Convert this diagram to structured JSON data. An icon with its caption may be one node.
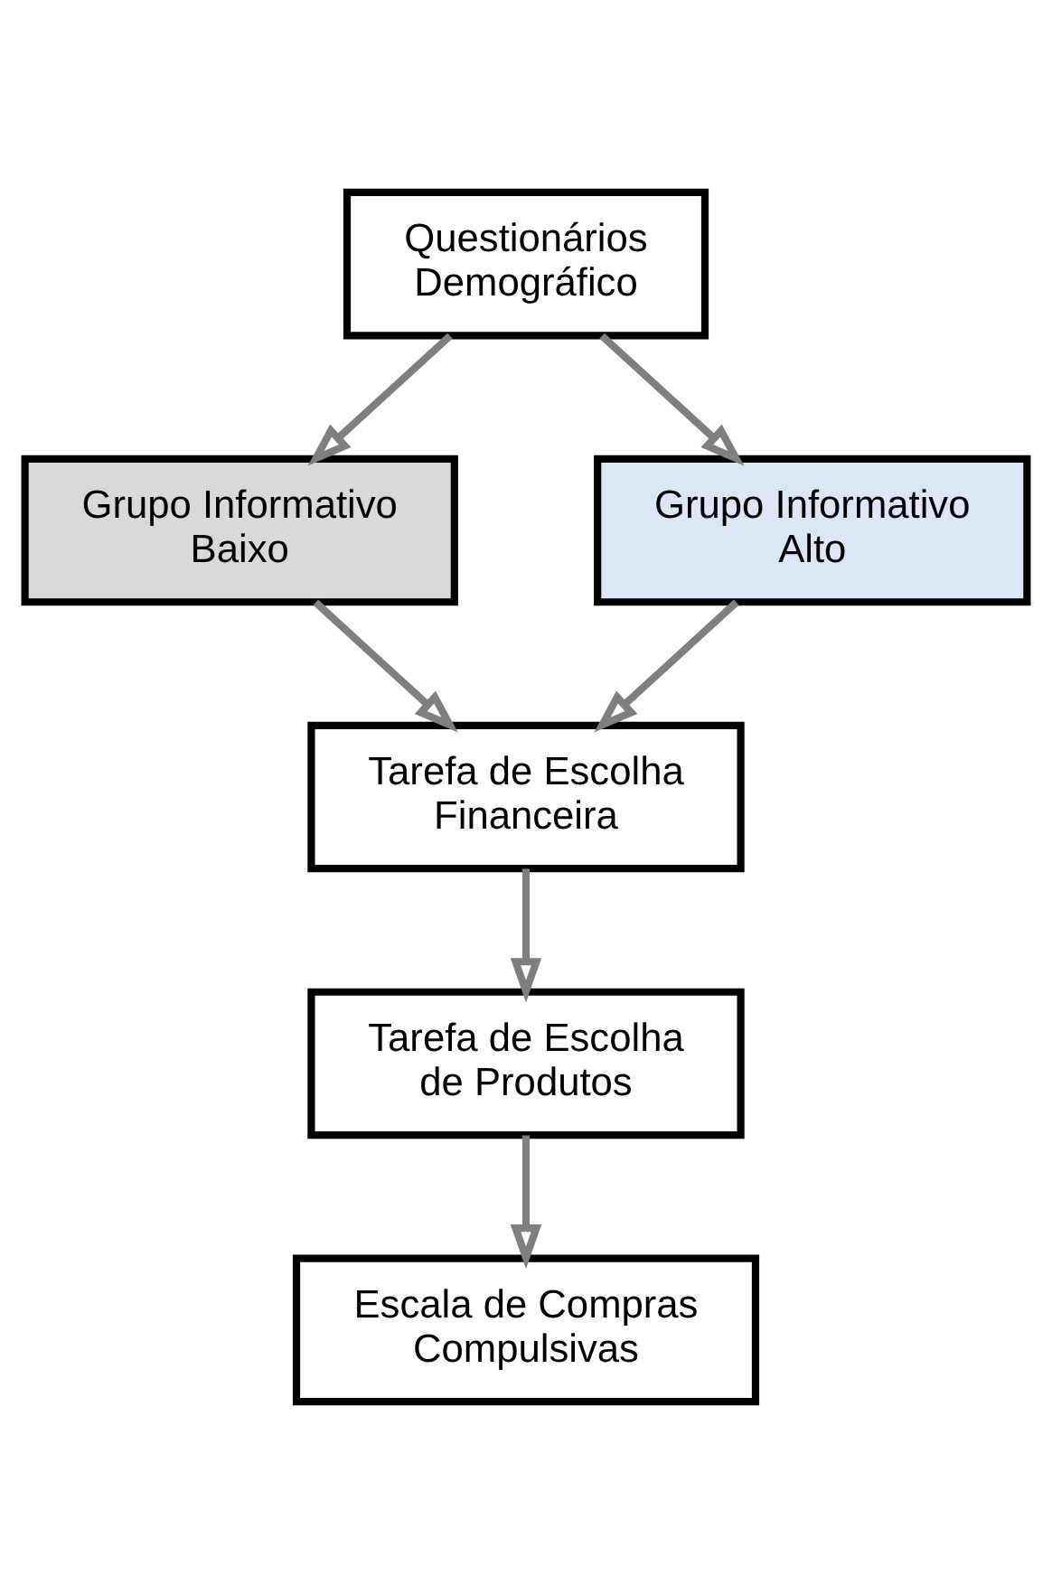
{
  "diagram": {
    "nodes": [
      {
        "text": [
          "Questionários Demográfico"
        ]
      },
      {
        "text": [
          "Grupo Informativo Baixo"
        ]
      },
      {
        "text": [
          "Grupo Informativo Alto"
        ]
      },
      {
        "text": [
          "Tarefa de Escolha Financeira"
        ]
      },
      {
        "text": [
          "Tarefa de Escolha de Produtos"
        ]
      },
      {
        "text": [
          "Escala de Compras Compulsivas"
        ]
      }
    ],
    "edges": [
      {
        "from": 0,
        "to": 1,
        "arrow": "to"
      },
      {
        "from": 0,
        "to": 2,
        "arrow": "to"
      },
      {
        "from": 1,
        "to": 3,
        "arrow": "to"
      },
      {
        "from": 2,
        "to": 3,
        "arrow": "to"
      },
      {
        "from": 3,
        "to": 4,
        "arrow": "to"
      },
      {
        "from": 4,
        "to": 5,
        "arrow": "to"
      }
    ]
  }
}
